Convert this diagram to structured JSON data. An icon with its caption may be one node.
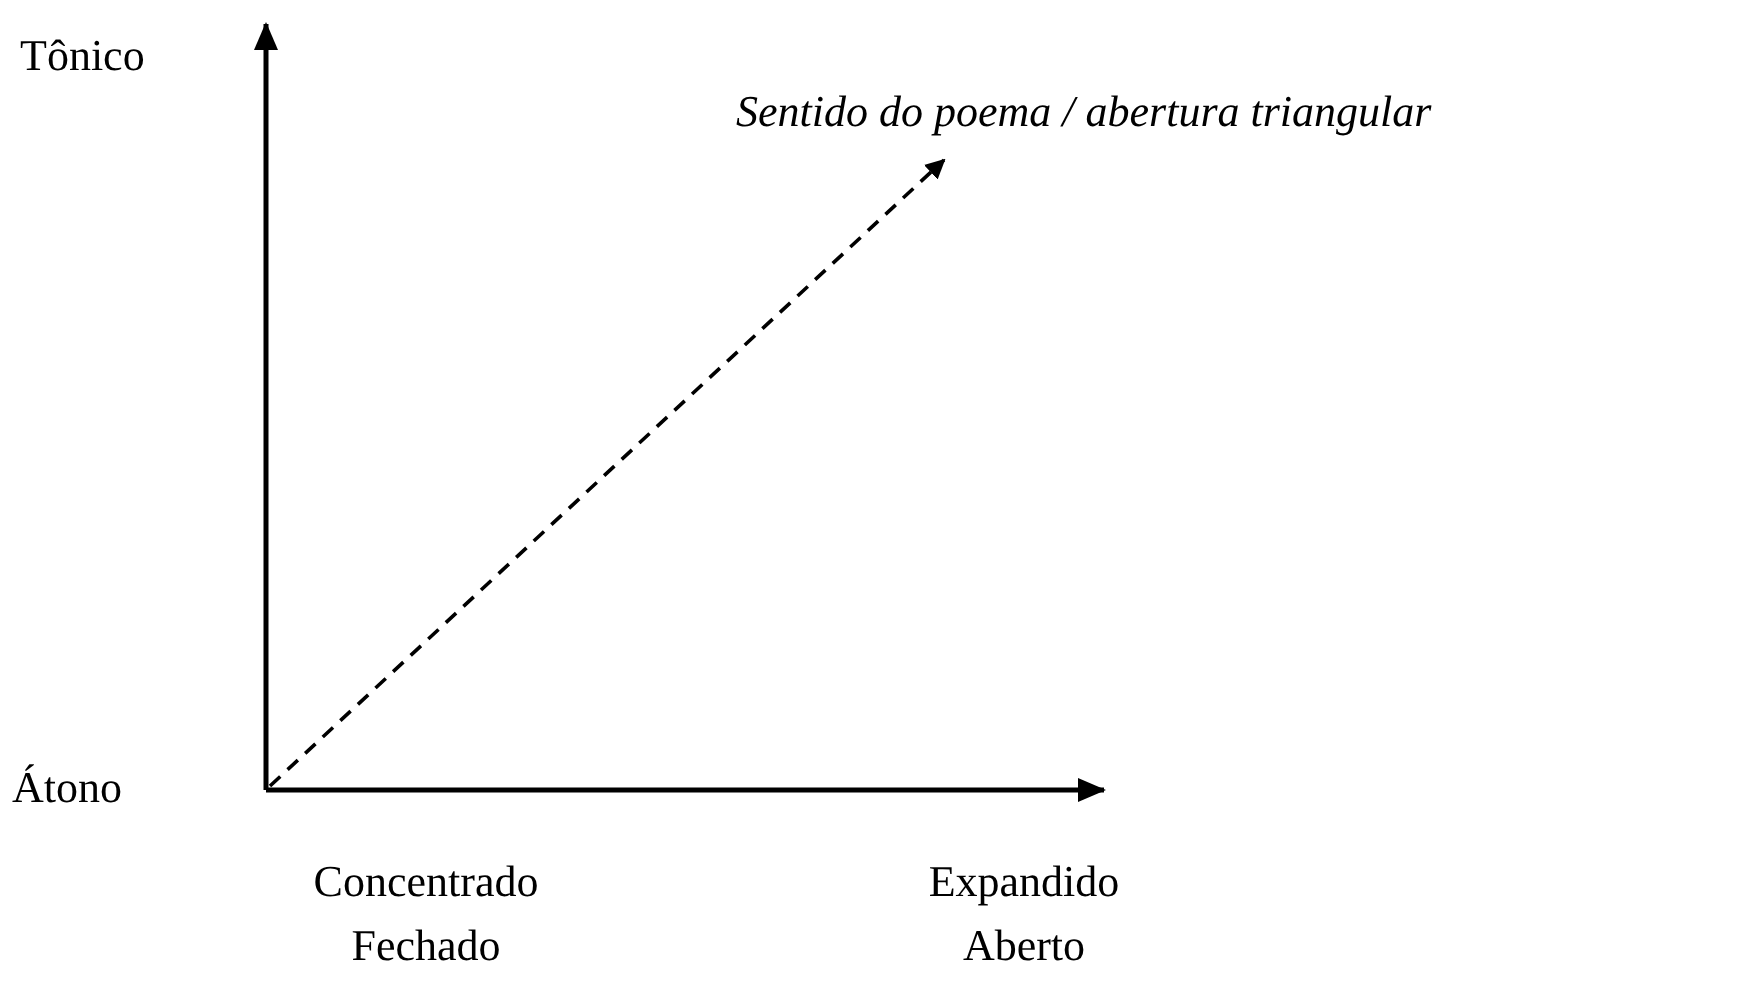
{
  "diagram": {
    "labels": [
      "Tônico",
      "Sentido do poema / abertura triangular",
      "Átono",
      "Concentrado Fechado",
      "Expandido Aberto"
    ]
  }
}
